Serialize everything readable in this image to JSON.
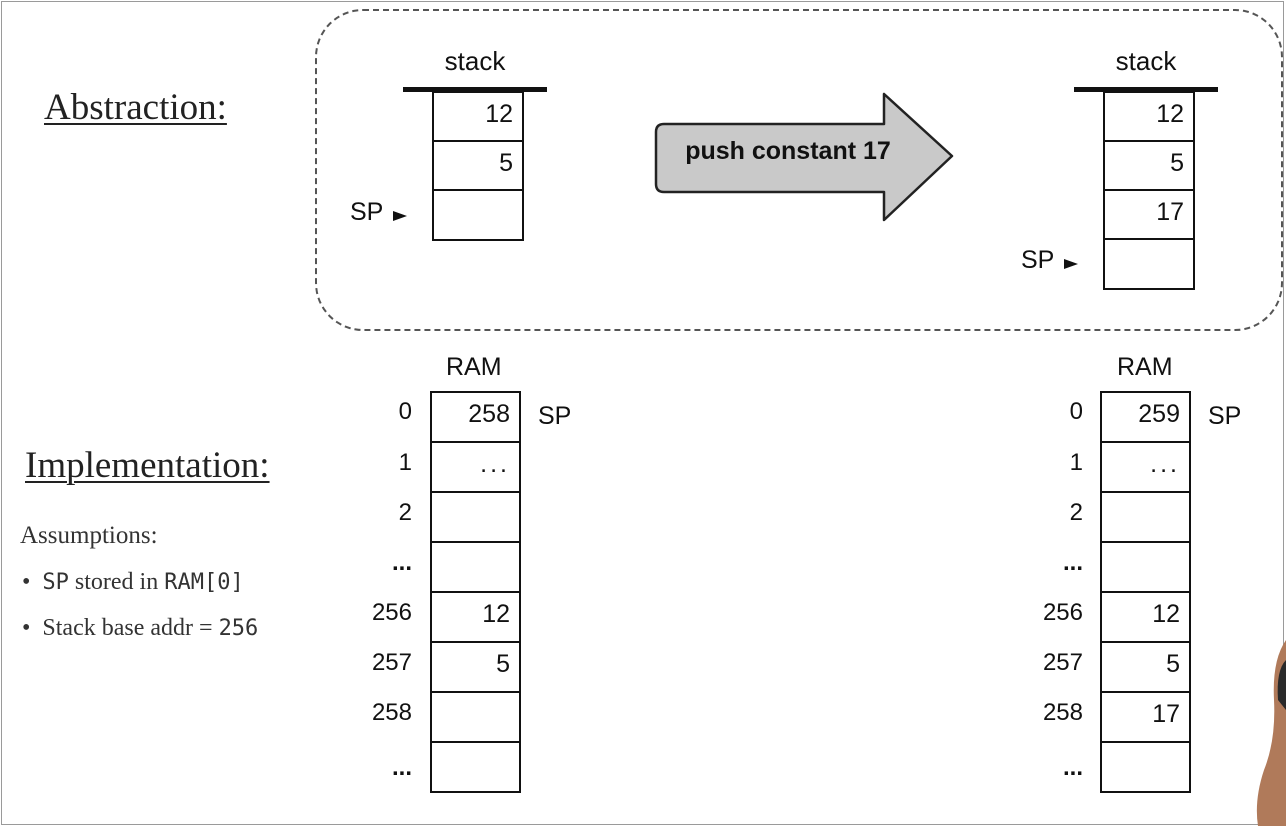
{
  "abstraction_title": "Abstraction:",
  "implementation_title": "Implementation:",
  "operation": "push constant 17",
  "stack_label": "stack",
  "sp_label": "SP",
  "before_stack": [
    "12",
    "5",
    ""
  ],
  "after_stack": [
    "12",
    "5",
    "17",
    ""
  ],
  "ram_label": "RAM",
  "ram_addresses": [
    "0",
    "1",
    "2",
    "...",
    "256",
    "257",
    "258",
    "..."
  ],
  "before_ram": [
    "258",
    "...",
    "",
    "",
    "12",
    "5",
    "",
    ""
  ],
  "after_ram": [
    "259",
    "...",
    "",
    "",
    "12",
    "5",
    "17",
    ""
  ],
  "assumptions": {
    "title": "Assumptions:",
    "items": [
      {
        "prefix": "SP",
        "text": " stored in ",
        "code": "RAM[0]"
      },
      {
        "prefix": "",
        "text": "Stack base addr = ",
        "code": "256"
      }
    ]
  }
}
